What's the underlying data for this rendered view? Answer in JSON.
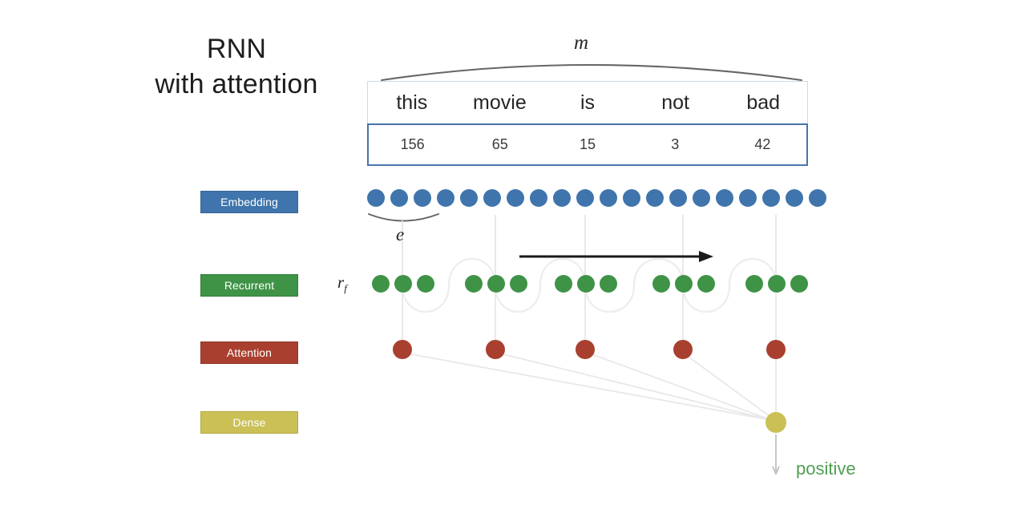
{
  "title": {
    "line1": "RNN",
    "line2": "with attention"
  },
  "sequence": {
    "words": [
      "this",
      "movie",
      "is",
      "not",
      "bad"
    ],
    "token_ids": [
      "156",
      "65",
      "15",
      "3",
      "42"
    ]
  },
  "annotations": {
    "sequence_length": "m",
    "embedding_size": "e",
    "recurrent_state": "r",
    "recurrent_state_subscript": "f",
    "direction_arrow": "forward-left-to-right"
  },
  "layers": [
    {
      "name": "Embedding",
      "color": "#3f75ac",
      "units_per_token": 4
    },
    {
      "name": "Recurrent",
      "color": "#3f9347",
      "units_per_token": 3
    },
    {
      "name": "Attention",
      "color": "#a9402f",
      "units_per_token": 1
    },
    {
      "name": "Dense",
      "color": "#cbc055",
      "units_per_token": 1
    }
  ],
  "output": {
    "label": "positive",
    "color": "#4f9e53"
  }
}
